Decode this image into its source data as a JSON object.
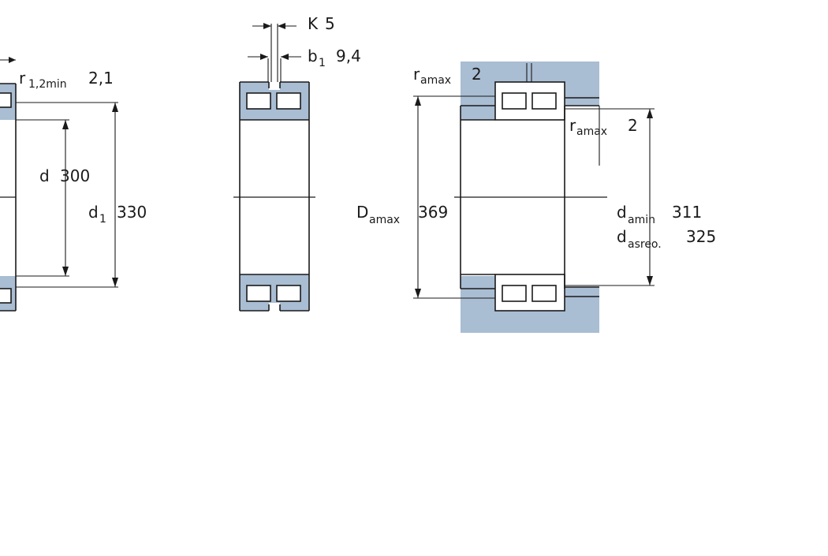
{
  "colors": {
    "steel": "#a9bdd3",
    "line": "#1a1a1a",
    "background": "#ffffff"
  },
  "left_view": {
    "r12min": {
      "sym": "r",
      "sub": "1,2min",
      "value": "2,1"
    },
    "d": {
      "sym": "d",
      "value": "300"
    },
    "d1": {
      "sym": "d",
      "sub": "1",
      "value": "330"
    }
  },
  "middle_view": {
    "K": {
      "sym": "K",
      "value": "5"
    },
    "b1": {
      "sym": "b",
      "sub": "1",
      "value": "9,4"
    }
  },
  "abutment_view": {
    "ramax_top": {
      "sym": "r",
      "sub": "amax",
      "value": "2"
    },
    "ramax_right": {
      "sym": "r",
      "sub": "amax",
      "value": "2"
    },
    "Damax": {
      "sym": "D",
      "sub": "amax",
      "value": "369"
    },
    "damin": {
      "sym": "d",
      "sub": "amin",
      "value": "311"
    },
    "dasreo": {
      "sym": "d",
      "sub": "asreo.",
      "value": "325"
    }
  }
}
